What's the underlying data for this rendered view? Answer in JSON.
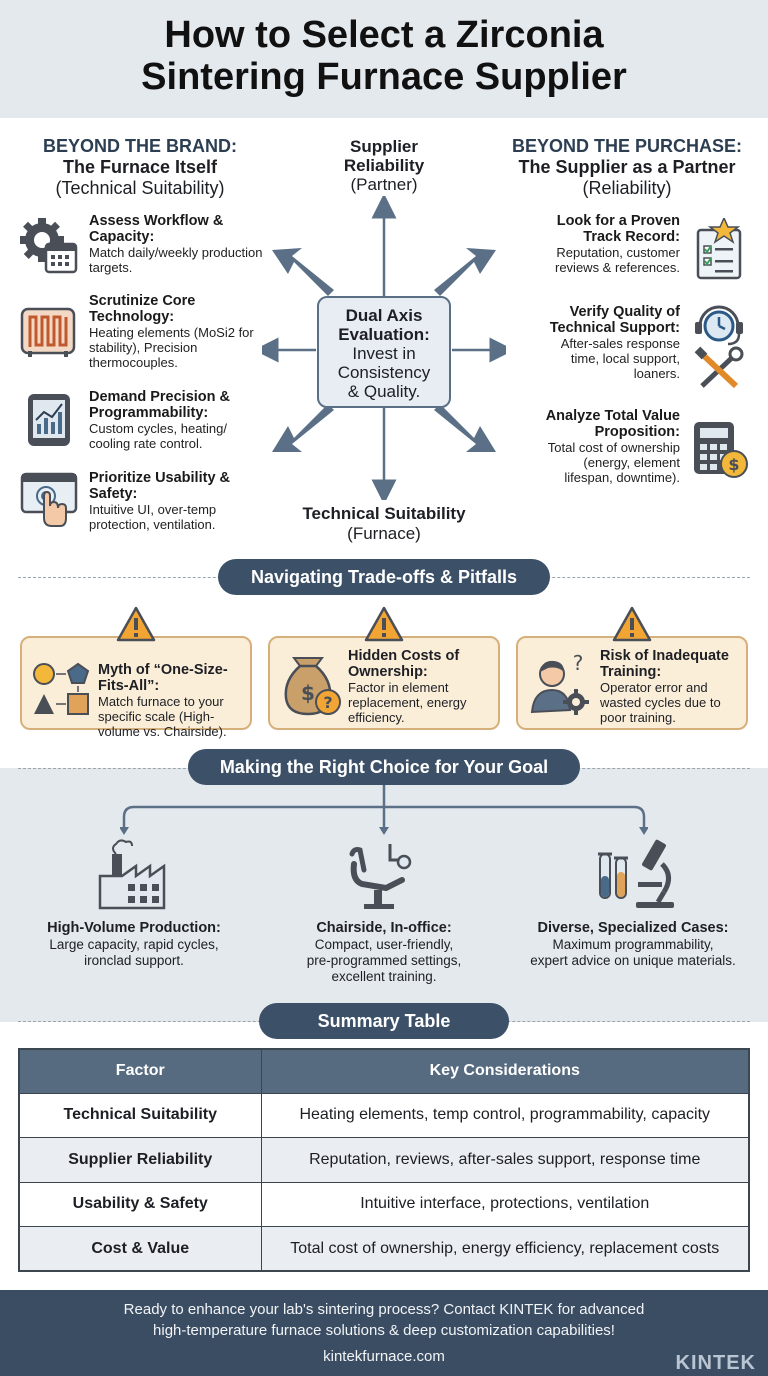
{
  "header": {
    "title_line1": "How to Select a Zirconia",
    "title_line2": "Sintering Furnace Supplier"
  },
  "left_column": {
    "heading1": "BEYOND THE BRAND:",
    "heading2": "The Furnace Itself",
    "heading3": "(Technical Suitability)",
    "items": [
      {
        "title": "Assess Workflow & Capacity:",
        "desc": "Match daily/weekly production targets.",
        "icon": "gear-calendar-icon"
      },
      {
        "title": "Scrutinize Core Technology:",
        "desc": "Heating elements (MoSi2 for stability), Precision thermocouples.",
        "icon": "heating-element-icon"
      },
      {
        "title": "Demand Precision & Programmability:",
        "desc": "Custom cycles, heating/ cooling rate control.",
        "icon": "tablet-chart-icon"
      },
      {
        "title": "Prioritize Usability & Safety:",
        "desc": "Intuitive UI, over-temp protection, ventilation.",
        "icon": "touch-screen-icon"
      }
    ]
  },
  "center": {
    "top_label1": "Supplier",
    "top_label2": "Reliability",
    "top_label3": "(Partner)",
    "box_line1": "Dual Axis",
    "box_line2": "Evaluation:",
    "box_line3": "Invest in",
    "box_line4": "Consistency",
    "box_line5": "& Quality.",
    "bottom_label1": "Technical Suitability",
    "bottom_label2": "(Furnace)"
  },
  "right_column": {
    "heading1": "BEYOND THE PURCHASE:",
    "heading2": "The Supplier as a Partner",
    "heading3": "(Reliability)",
    "items": [
      {
        "title1": "Look for a Proven",
        "title2": "Track Record:",
        "desc1": "Reputation, customer",
        "desc2": "reviews & references.",
        "icon": "checklist-star-icon"
      },
      {
        "title1": "Verify Quality of",
        "title2": "Technical Support:",
        "desc1": "After-sales response",
        "desc2": "time, local support,",
        "desc3": "loaners.",
        "icon": "headset-wrench-icon"
      },
      {
        "title1": "Analyze Total Value",
        "title2": "Proposition:",
        "desc1": "Total cost of ownership",
        "desc2": "(energy, element",
        "desc3": "lifespan, downtime).",
        "icon": "calculator-coin-icon"
      }
    ]
  },
  "tradeoffs": {
    "heading": "Navigating Trade-offs & Pitfalls",
    "cards": [
      {
        "title": "Myth of “One-Size-Fits-All”:",
        "desc": "Match furnace to your specific scale (High-volume vs. Chairside).",
        "icon": "shapes-icon"
      },
      {
        "title": "Hidden Costs of Ownership:",
        "desc": "Factor in element replacement, energy efficiency.",
        "icon": "money-bag-icon"
      },
      {
        "title": "Risk of Inadequate Training:",
        "desc": "Operator error and wasted cycles due to poor training.",
        "icon": "confused-person-icon"
      }
    ]
  },
  "goals": {
    "heading": "Making the Right Choice for Your Goal",
    "items": [
      {
        "title": "High-Volume Production:",
        "desc1": "Large capacity, rapid cycles,",
        "desc2": "ironclad support.",
        "desc3": "",
        "icon": "factory-icon"
      },
      {
        "title": "Chairside, In-office:",
        "desc1": "Compact, user-friendly,",
        "desc2": "pre-programmed settings,",
        "desc3": "excellent training.",
        "icon": "dental-chair-icon"
      },
      {
        "title": "Diverse, Specialized Cases:",
        "desc1": "Maximum programmability,",
        "desc2": "expert advice on unique materials.",
        "desc3": "",
        "icon": "microscope-icon"
      }
    ]
  },
  "summary": {
    "heading": "Summary Table",
    "columns": [
      "Factor",
      "Key Considerations"
    ],
    "rows": [
      [
        "Technical Suitability",
        "Heating elements, temp control, programmability, capacity"
      ],
      [
        "Supplier Reliability",
        "Reputation, reviews, after-sales support, response time"
      ],
      [
        "Usability & Safety",
        "Intuitive interface, protections, ventilation"
      ],
      [
        "Cost & Value",
        "Total cost of ownership, energy efficiency, replacement costs"
      ]
    ]
  },
  "footer": {
    "line1": "Ready to enhance your lab's sintering process? Contact KINTEK for advanced",
    "line2": "high-temperature furnace solutions & deep customization capabilities!",
    "url": "kintekfurnace.com",
    "brand": "KINTEK"
  },
  "colors": {
    "navy": "#3c5168",
    "band": "#e4e9ee",
    "card": "#fbeed9",
    "warning": "#f3a534",
    "arrow": "#5b7087"
  }
}
